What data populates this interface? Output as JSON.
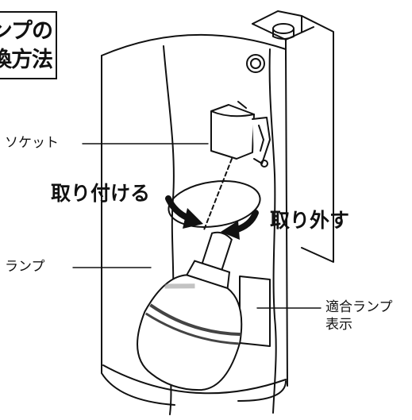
{
  "title": {
    "line1": "ンプの",
    "line2": "換方法"
  },
  "labels": {
    "socket": "ソケット",
    "lamp": "ランプ",
    "attach": "取り付ける",
    "remove": "取り外す",
    "compatible_line1": "適合ランプ",
    "compatible_line2": "表示"
  },
  "colors": {
    "ink": "#111111",
    "lamp_body": "#ffffff",
    "lamp_band": "#444444"
  }
}
